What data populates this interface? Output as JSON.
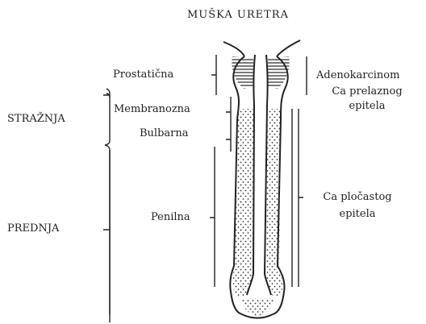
{
  "title": "MUŠKA URETRA",
  "segments": {
    "prostaticna": "Prostatična",
    "membranozna": "Membranozna",
    "bulbarna": "Bulbarna",
    "penilna": "Penilna"
  },
  "regions": {
    "straznja": "STRAŽNJA",
    "prednja": "PREDNJA"
  },
  "tumors": {
    "adenokarcinom": "Adenokarcinom",
    "prelazni_line1": "Ca prelaznog",
    "prelazni_line2": "epitela",
    "plocasti_line1": "Ca pločastog",
    "plocasti_line2": "epitela"
  }
}
